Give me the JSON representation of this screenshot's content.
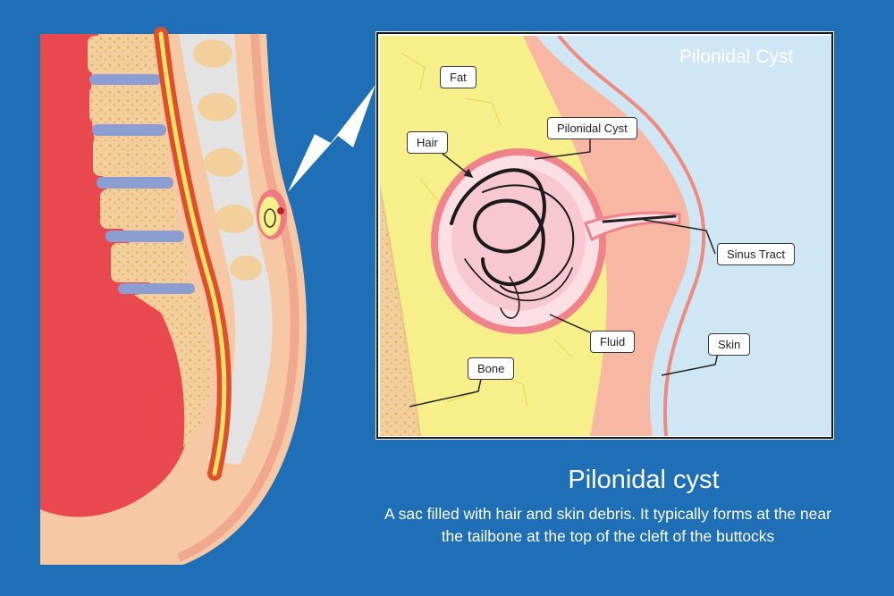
{
  "inset": {
    "title": "Pilonidal Cyst"
  },
  "labels": {
    "fat": "Fat",
    "hair": "Hair",
    "cyst": "Pilonidal Cyst",
    "sinus": "Sinus Tract",
    "fluid": "Fluid",
    "skin": "Skin",
    "bone": "Bone"
  },
  "caption": {
    "title": "Pilonidal cyst",
    "line1": "A sac filled with hair and skin debris. It typically forms at the near",
    "line2": "the tailbone at the top of the cleft of the buttocks"
  },
  "colors": {
    "background": "#1f6fb6",
    "skin": "#f6c9a4",
    "body_red": "#e9484f",
    "fat": "#f7ef8a",
    "bone": "#f3cf9b",
    "disc": "#8c9ed1",
    "spinal_cord": "#e04e2a",
    "cyst_wall": "#f0828a",
    "cyst_fill": "#fcdfe4",
    "air": "#cfe6f5"
  }
}
